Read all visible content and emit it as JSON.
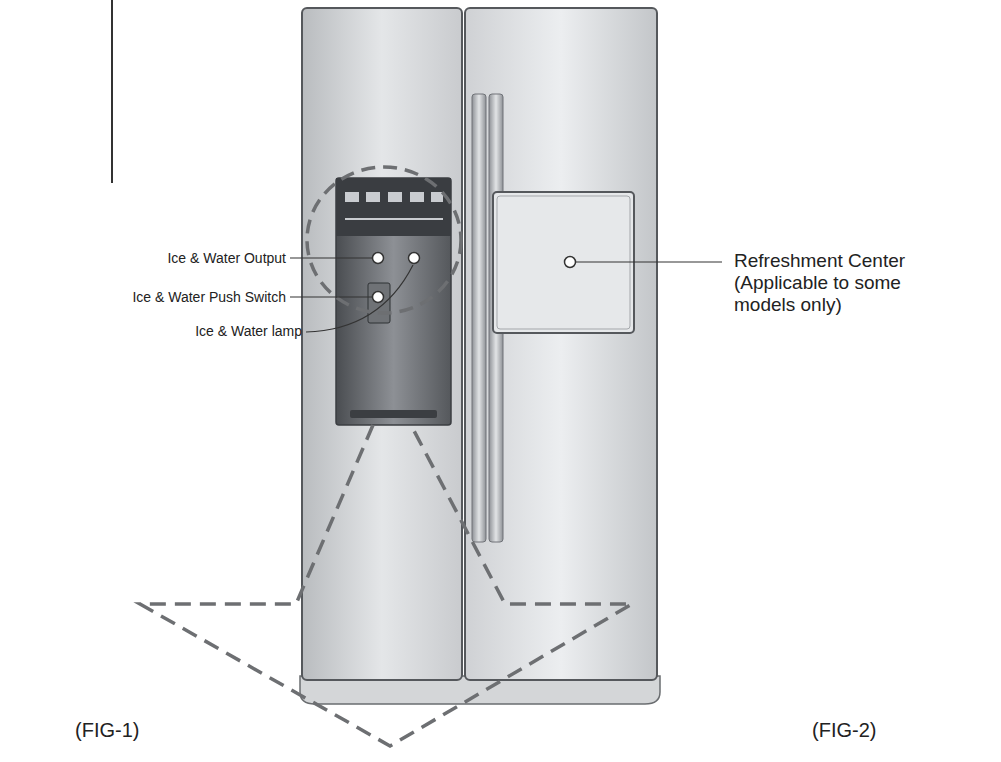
{
  "diagram": {
    "labels": [
      "Ice & Water Output",
      "Ice & Water Push Switch",
      "Ice & Water lamp",
      "Refreshment Center (Applicable to some models only)",
      "(FIG-1)",
      "(FIG-2)"
    ]
  }
}
